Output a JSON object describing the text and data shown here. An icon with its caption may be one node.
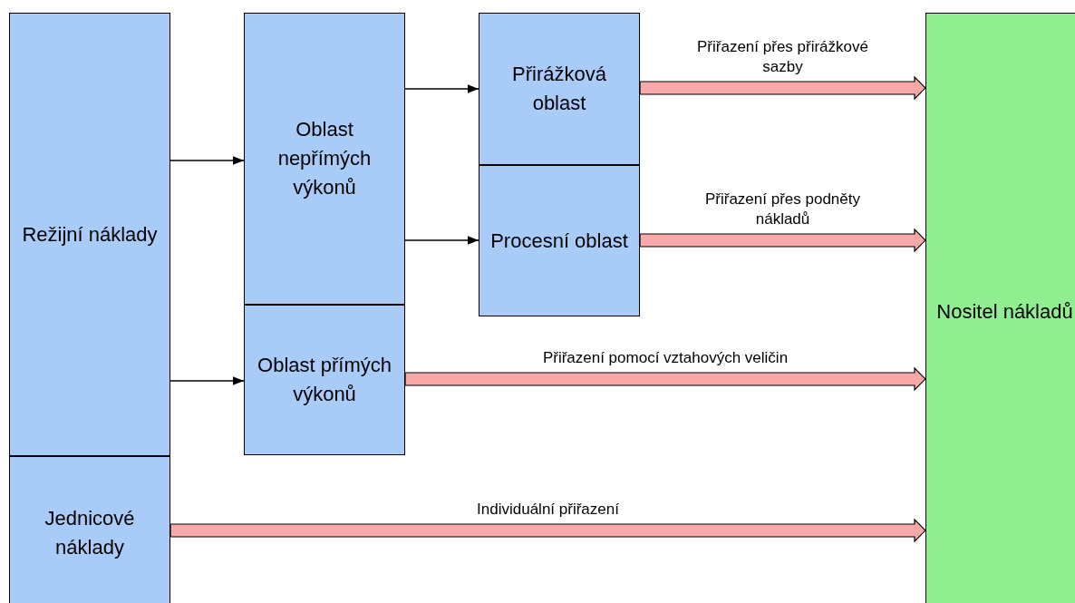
{
  "diagram": {
    "nodes": [
      {
        "text": [
          "Režijní náklady"
        ]
      },
      {
        "text": [
          "Jednicové náklady"
        ]
      },
      {
        "text": [
          "Oblast nepřímých výkonů"
        ]
      },
      {
        "text": [
          "Oblast přímých výkonů"
        ]
      },
      {
        "text": [
          "Přirážková oblast"
        ]
      },
      {
        "text": [
          "Procesní oblast"
        ]
      },
      {
        "text": [
          "Nositel nákladů"
        ]
      }
    ],
    "edges": [
      {
        "from": 0,
        "to": 2,
        "arrow": "to"
      },
      {
        "from": 0,
        "to": 3,
        "arrow": "to"
      },
      {
        "from": 2,
        "to": 4,
        "arrow": "to"
      },
      {
        "from": 2,
        "to": 5,
        "arrow": "to"
      },
      {
        "from": 4,
        "to": 6,
        "arrow": "to",
        "label": "Přiřazení přes přirážkové sazby",
        "style": "thick",
        "color": "#f7a8a8"
      },
      {
        "from": 5,
        "to": 6,
        "arrow": "to",
        "label": "Přiřazení přes podněty nákladů",
        "style": "thick",
        "color": "#f7a8a8"
      },
      {
        "from": 3,
        "to": 6,
        "arrow": "to",
        "label": "Přiřazení pomocí vztahových veličin",
        "style": "thick",
        "color": "#f7a8a8"
      },
      {
        "from": 1,
        "to": 6,
        "arrow": "to",
        "label": "Individuální přiřazení",
        "style": "thick",
        "color": "#f7a8a8"
      }
    ]
  }
}
